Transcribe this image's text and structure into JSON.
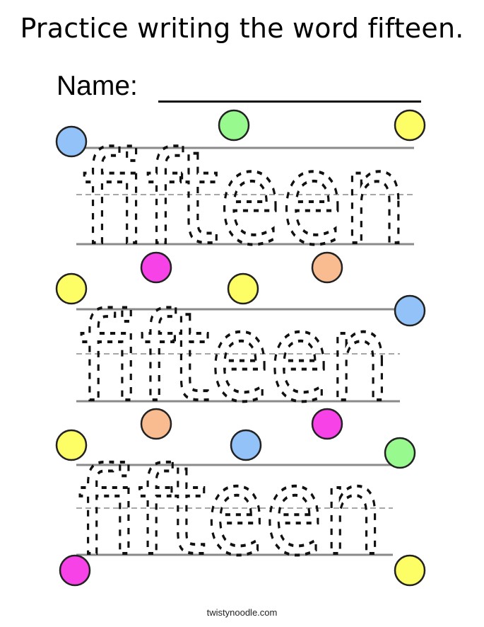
{
  "title": "Practice writing the word fifteen.",
  "name_label": "Name:",
  "practice_word": "fifteen",
  "footer": "twistynoodle.com",
  "line_color": "#8a8a8a",
  "dots": [
    {
      "color": "#92c2f7"
    },
    {
      "color": "#98f98f"
    },
    {
      "color": "#fdfd66"
    },
    {
      "color": "#fdfd66"
    },
    {
      "color": "#f642e6"
    },
    {
      "color": "#fdfd66"
    },
    {
      "color": "#f8bc90"
    },
    {
      "color": "#92c2f7"
    },
    {
      "color": "#fdfd66"
    },
    {
      "color": "#f8bc90"
    },
    {
      "color": "#92c2f7"
    },
    {
      "color": "#f642e6"
    },
    {
      "color": "#98f98f"
    },
    {
      "color": "#f642e6"
    },
    {
      "color": "#fdfd66"
    }
  ]
}
